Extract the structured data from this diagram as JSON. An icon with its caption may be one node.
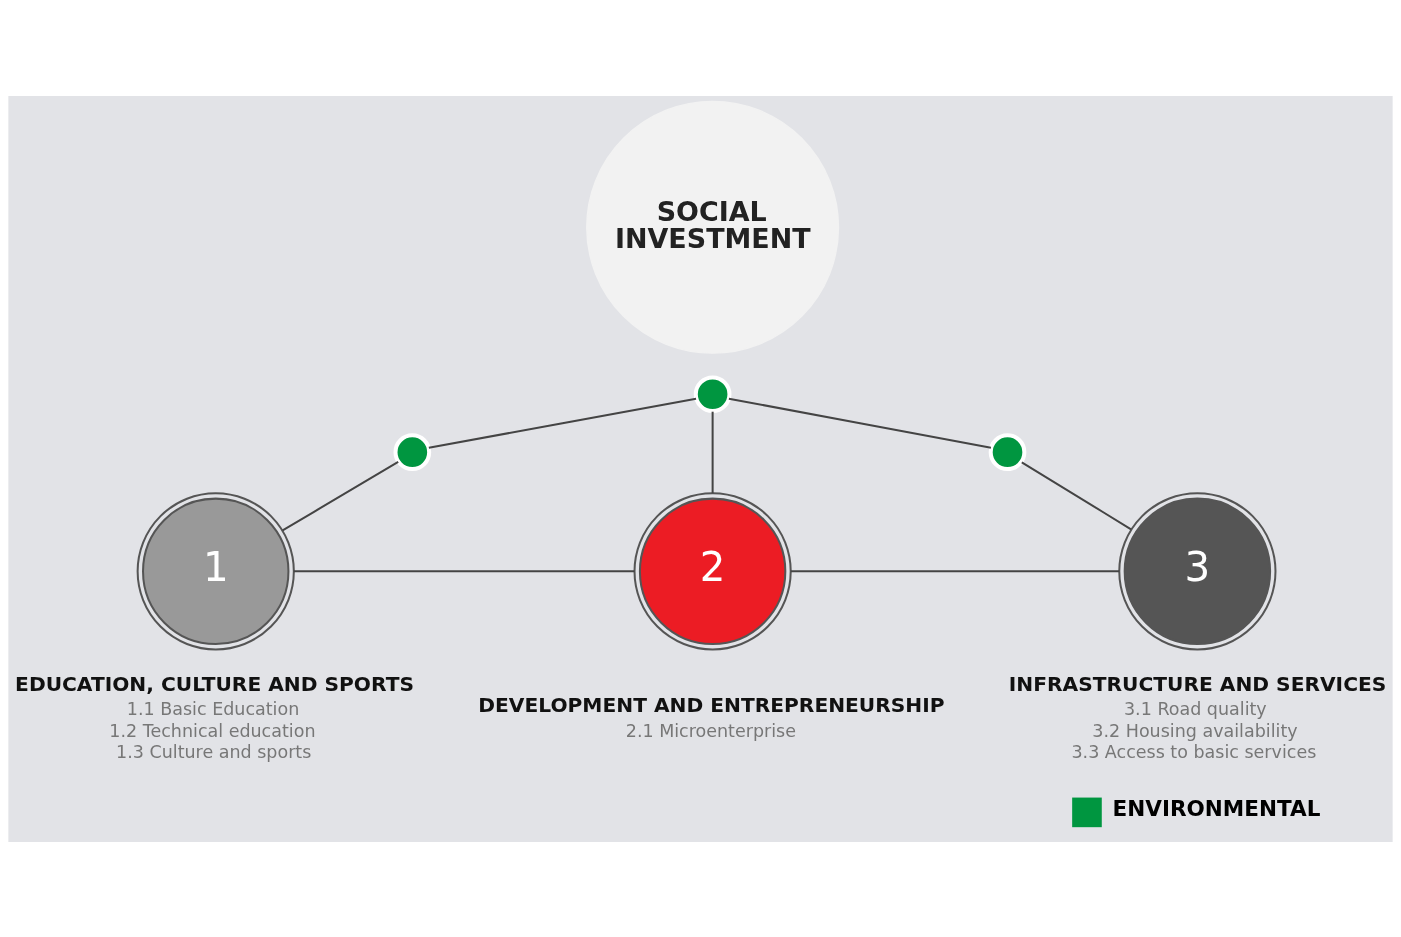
{
  "diagram": {
    "nodes": [
      {
        "text": [
          "SOCIAL INVESTMENT"
        ]
      },
      {
        "text": [],
        "shape": "circle"
      },
      {
        "text": [],
        "shape": "circle"
      },
      {
        "text": [],
        "shape": "circle"
      },
      {
        "text": [
          "1",
          "EDUCATION, CULTURE AND SPORTS"
        ],
        "beside": [
          "1.1 Basic Education",
          "1.2 Technical education",
          "1.3 Culture and sports"
        ]
      },
      {
        "text": [
          "2",
          "DEVELOPMENT AND ENTREPRENEURSHIP"
        ],
        "beside": [
          "2.1 Microenterprise"
        ]
      },
      {
        "text": [
          "3",
          "INFRASTRUCTURE AND SERVICES"
        ],
        "beside": [
          "3.1 Road quality",
          "3.2 Housing availability",
          "3.3 Access to basic services"
        ]
      }
    ],
    "edges": [
      {
        "from": 1,
        "to": 3,
        "arrow": "none"
      },
      {
        "from": 3,
        "to": 2,
        "arrow": "none"
      },
      {
        "from": 3,
        "to": 5,
        "arrow": "none"
      },
      {
        "from": 1,
        "to": 4,
        "arrow": "none"
      },
      {
        "from": 2,
        "to": 6,
        "arrow": "none"
      },
      {
        "from": 4,
        "to": 5,
        "arrow": "none"
      },
      {
        "from": 5,
        "to": 6,
        "arrow": "none"
      }
    ],
    "legend": [
      {
        "text": "ENVIRONMENTAL",
        "color": "#009640"
      }
    ]
  }
}
